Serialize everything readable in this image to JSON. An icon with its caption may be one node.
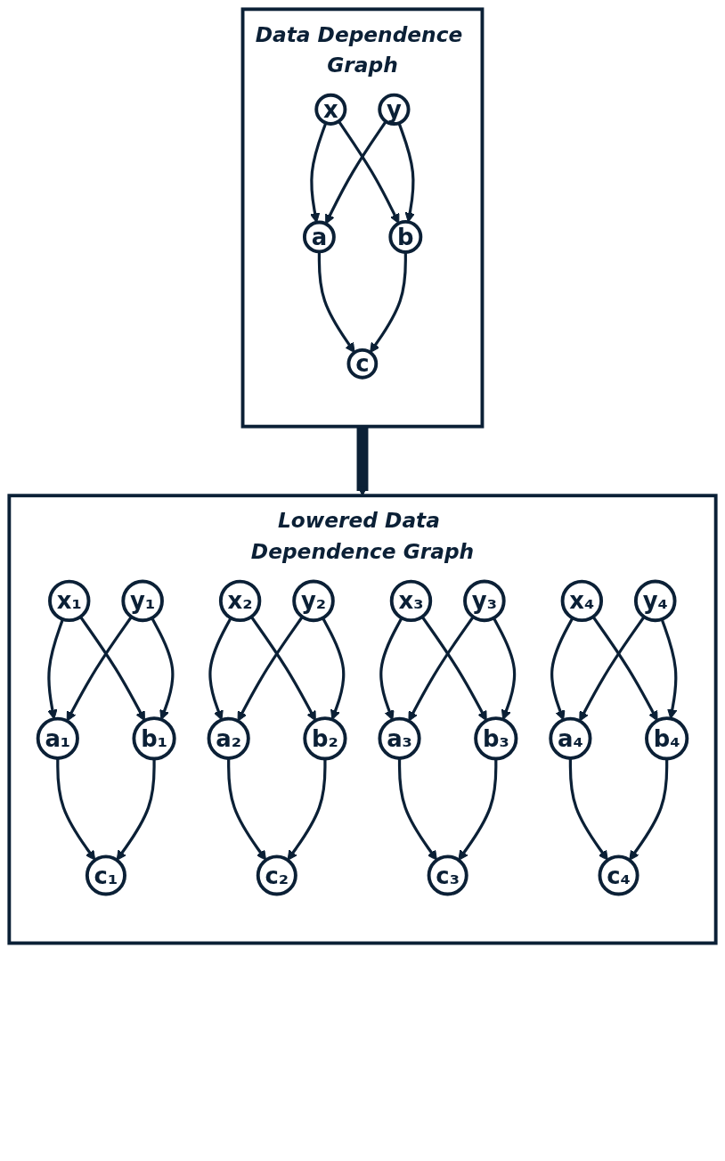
{
  "diagram": {
    "nodes": [
      {
        "text": [
          "Data Dependence Graph"
        ]
      },
      {
        "text": [
          "x"
        ],
        "in": 0
      },
      {
        "text": [
          "y"
        ],
        "in": 0
      },
      {
        "text": [
          "a"
        ],
        "in": 0
      },
      {
        "text": [
          "b"
        ],
        "in": 0
      },
      {
        "text": [
          "c"
        ],
        "in": 0
      },
      {
        "text": [
          "Lowered Data Dependence Graph"
        ]
      },
      {
        "text": [
          "x₁"
        ],
        "in": 6
      },
      {
        "text": [
          "x₂"
        ],
        "in": 6
      },
      {
        "text": [
          "x₃"
        ],
        "in": 6
      },
      {
        "text": [
          "x₄"
        ],
        "in": 6
      },
      {
        "text": [
          "y₁"
        ],
        "in": 6
      },
      {
        "text": [
          "y₂"
        ],
        "in": 6
      },
      {
        "text": [
          "y₃"
        ],
        "in": 6
      },
      {
        "text": [
          "y₄"
        ],
        "in": 6
      },
      {
        "text": [
          "a₁"
        ],
        "in": 6
      },
      {
        "text": [
          "a₂"
        ],
        "in": 6
      },
      {
        "text": [
          "a₃"
        ],
        "in": 6
      },
      {
        "text": [
          "a₄"
        ],
        "in": 6
      },
      {
        "text": [
          "b₁"
        ],
        "in": 6
      },
      {
        "text": [
          "b₂"
        ],
        "in": 6
      },
      {
        "text": [
          "b₃"
        ],
        "in": 6
      },
      {
        "text": [
          "b₄"
        ],
        "in": 6
      },
      {
        "text": [
          "c₁"
        ],
        "in": 6
      },
      {
        "text": [
          "c₂"
        ],
        "in": 6
      },
      {
        "text": [
          "c₃"
        ],
        "in": 6
      },
      {
        "text": [
          "c₄"
        ],
        "in": 6
      }
    ],
    "edges": [
      {
        "from": 1,
        "to": 3,
        "arrow": "to"
      },
      {
        "from": 1,
        "to": 4,
        "arrow": "to"
      },
      {
        "from": 2,
        "to": 3,
        "arrow": "to"
      },
      {
        "from": 2,
        "to": 4,
        "arrow": "to"
      },
      {
        "from": 3,
        "to": 5,
        "arrow": "to"
      },
      {
        "from": 4,
        "to": 5,
        "arrow": "to"
      },
      {
        "from": 0,
        "to": 6,
        "arrow": "to",
        "style": "thick"
      },
      {
        "from": 7,
        "to": 15,
        "arrow": "to"
      },
      {
        "from": 7,
        "to": 19,
        "arrow": "to"
      },
      {
        "from": 8,
        "to": 16,
        "arrow": "to"
      },
      {
        "from": 8,
        "to": 20,
        "arrow": "to"
      },
      {
        "from": 9,
        "to": 17,
        "arrow": "to"
      },
      {
        "from": 9,
        "to": 21,
        "arrow": "to"
      },
      {
        "from": 10,
        "to": 18,
        "arrow": "to"
      },
      {
        "from": 10,
        "to": 22,
        "arrow": "to"
      },
      {
        "from": 11,
        "to": 15,
        "arrow": "to"
      },
      {
        "from": 11,
        "to": 19,
        "arrow": "to"
      },
      {
        "from": 12,
        "to": 16,
        "arrow": "to"
      },
      {
        "from": 12,
        "to": 20,
        "arrow": "to"
      },
      {
        "from": 13,
        "to": 17,
        "arrow": "to"
      },
      {
        "from": 13,
        "to": 21,
        "arrow": "to"
      },
      {
        "from": 14,
        "to": 18,
        "arrow": "to"
      },
      {
        "from": 14,
        "to": 22,
        "arrow": "to"
      },
      {
        "from": 15,
        "to": 23,
        "arrow": "to"
      },
      {
        "from": 19,
        "to": 23,
        "arrow": "to"
      },
      {
        "from": 16,
        "to": 24,
        "arrow": "to"
      },
      {
        "from": 20,
        "to": 24,
        "arrow": "to"
      },
      {
        "from": 17,
        "to": 25,
        "arrow": "to"
      },
      {
        "from": 21,
        "to": 25,
        "arrow": "to"
      },
      {
        "from": 18,
        "to": 26,
        "arrow": "to"
      },
      {
        "from": 22,
        "to": 26,
        "arrow": "to"
      }
    ]
  }
}
